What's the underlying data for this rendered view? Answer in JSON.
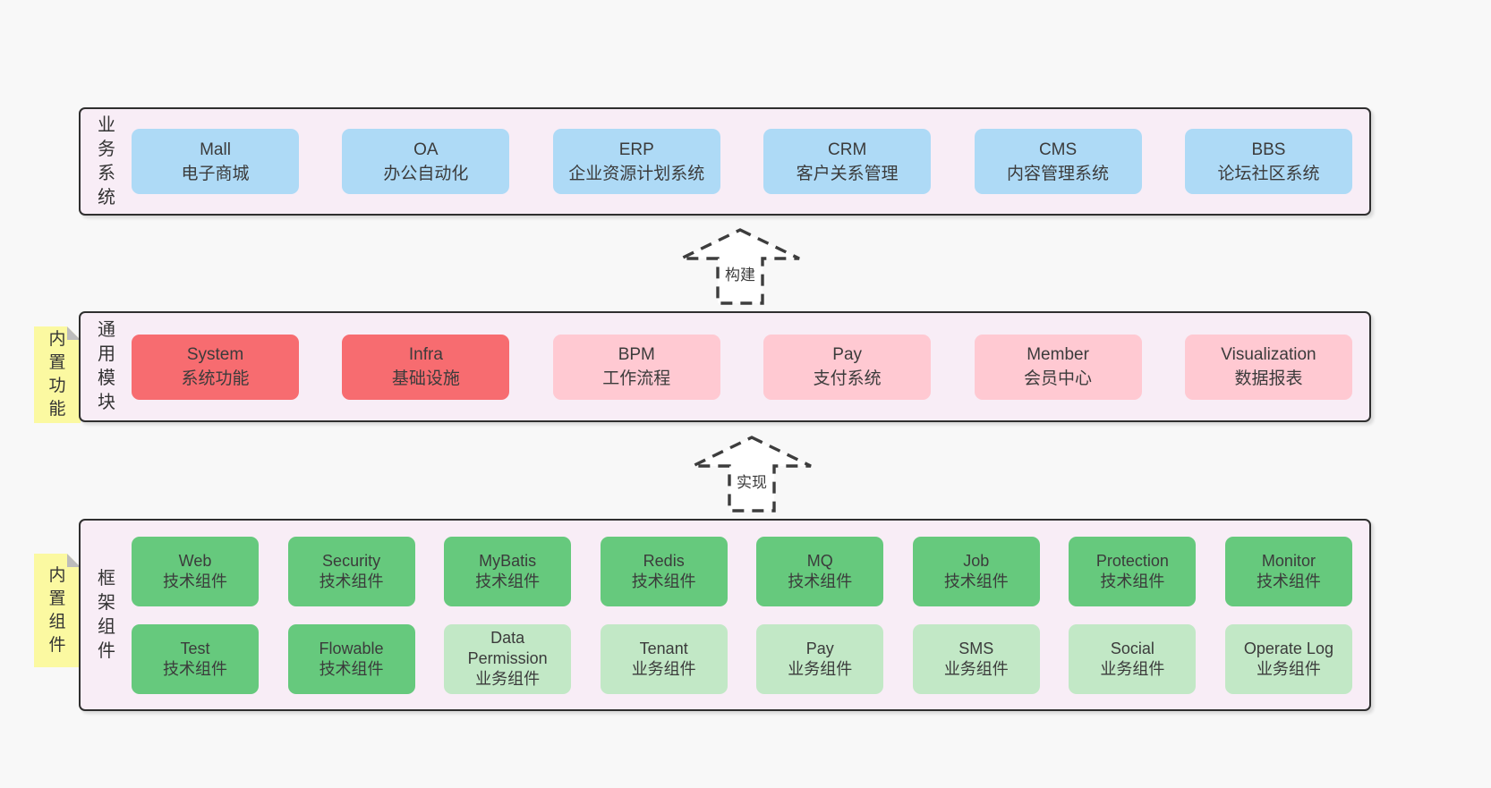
{
  "layers": [
    {
      "label": "业务系统",
      "boxes": [
        {
          "name": "Mall",
          "subtitle": "电子商城"
        },
        {
          "name": "OA",
          "subtitle": "办公自动化"
        },
        {
          "name": "ERP",
          "subtitle": "企业资源计划系统"
        },
        {
          "name": "CRM",
          "subtitle": "客户关系管理"
        },
        {
          "name": "CMS",
          "subtitle": "内容管理系统"
        },
        {
          "name": "BBS",
          "subtitle": "论坛社区系统"
        }
      ]
    },
    {
      "label": "通用模块",
      "note": "内置功能",
      "boxes": [
        {
          "name": "System",
          "subtitle": "系统功能",
          "emphasis": true
        },
        {
          "name": "Infra",
          "subtitle": "基础设施",
          "emphasis": true
        },
        {
          "name": "BPM",
          "subtitle": "工作流程",
          "emphasis": false
        },
        {
          "name": "Pay",
          "subtitle": "支付系统",
          "emphasis": false
        },
        {
          "name": "Member",
          "subtitle": "会员中心",
          "emphasis": false
        },
        {
          "name": "Visualization",
          "subtitle": "数据报表",
          "emphasis": false
        }
      ]
    },
    {
      "label": "框架组件",
      "note": "内置组件",
      "rows": [
        [
          {
            "name": "Web",
            "subtitle": "技术组件"
          },
          {
            "name": "Security",
            "subtitle": "技术组件"
          },
          {
            "name": "MyBatis",
            "subtitle": "技术组件"
          },
          {
            "name": "Redis",
            "subtitle": "技术组件"
          },
          {
            "name": "MQ",
            "subtitle": "技术组件"
          },
          {
            "name": "Job",
            "subtitle": "技术组件"
          },
          {
            "name": "Protection",
            "subtitle": "技术组件"
          },
          {
            "name": "Monitor",
            "subtitle": "技术组件"
          }
        ],
        [
          {
            "name": "Test",
            "subtitle": "技术组件"
          },
          {
            "name": "Flowable",
            "subtitle": "技术组件"
          },
          {
            "name": "Data Permission",
            "subtitle": "业务组件"
          },
          {
            "name": "Tenant",
            "subtitle": "业务组件"
          },
          {
            "name": "Pay",
            "subtitle": "业务组件"
          },
          {
            "name": "SMS",
            "subtitle": "业务组件"
          },
          {
            "name": "Social",
            "subtitle": "业务组件"
          },
          {
            "name": "Operate Log",
            "subtitle": "业务组件"
          }
        ]
      ]
    }
  ],
  "arrows": [
    {
      "label": "构建"
    },
    {
      "label": "实现"
    }
  ],
  "colors": {
    "page_bg": "#f8f8f8",
    "panel_bg": "#f8edf6",
    "panel_border": "#2f2f2f",
    "box_blue": "#aedaf6",
    "box_red": "#f76c70",
    "box_pink": "#ffc9d2",
    "box_green_dark": "#66c97d",
    "box_green_light": "#c2e8c6",
    "note_yellow": "#fbf9a1",
    "note_fold_gray": "#bcbcbc",
    "text": "#3b3b3b"
  }
}
